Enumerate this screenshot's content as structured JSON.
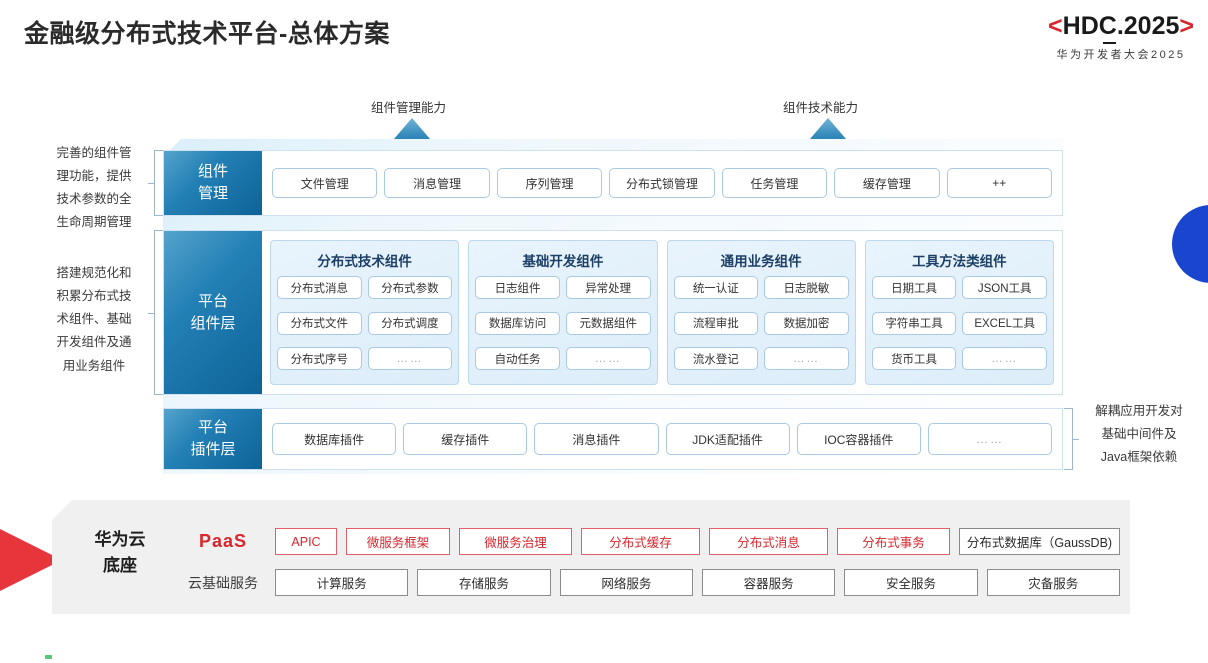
{
  "header": {
    "title": "金融级分布式技术平台-总体方案",
    "logo_bracket_left": "<",
    "logo_bracket_right": ">",
    "logo_main": "HDC.2025",
    "logo_sub": "华为开发者大会2025"
  },
  "arrows": [
    {
      "label": "组件管理能力",
      "name": "component-management-capability"
    },
    {
      "label": "组件技术能力",
      "name": "component-technology-capability"
    }
  ],
  "side_notes": {
    "left_top": "完善的组件管\n理功能，提供\n技术参数的全\n生命周期管理",
    "left_bottom": "搭建规范化和\n积累分布式技\n术组件、基础\n开发组件及通\n用业务组件",
    "right": "解耦应用开发对\n基础中间件及\nJava框架依赖"
  },
  "management_layer": {
    "label": "组件\n管理",
    "label_line1": "组件",
    "label_line2": "管理",
    "items": [
      "文件管理",
      "消息管理",
      "序列管理",
      "分布式锁管理",
      "任务管理",
      "缓存管理",
      "++"
    ]
  },
  "component_layer": {
    "label_line1": "平台",
    "label_line2": "组件层",
    "categories": [
      {
        "title": "分布式技术组件",
        "items": [
          "分布式消息",
          "分布式参数",
          "分布式文件",
          "分布式调度",
          "分布式序号",
          "……"
        ]
      },
      {
        "title": "基础开发组件",
        "items": [
          "日志组件",
          "异常处理",
          "数据库访问",
          "元数据组件",
          "自动任务",
          "……"
        ]
      },
      {
        "title": "通用业务组件",
        "items": [
          "统一认证",
          "日志脱敏",
          "流程审批",
          "数据加密",
          "流水登记",
          "……"
        ]
      },
      {
        "title": "工具方法类组件",
        "items": [
          "日期工具",
          "JSON工具",
          "字符串工具",
          "EXCEL工具",
          "货币工具",
          "……"
        ]
      }
    ]
  },
  "plugin_layer": {
    "label_line1": "平台",
    "label_line2": "插件层",
    "items": [
      "数据库插件",
      "缓存插件",
      "消息插件",
      "JDK适配插件",
      "IOC容器插件",
      "……"
    ]
  },
  "bottom": {
    "title_line1": "华为云",
    "title_line2": "底座",
    "paas_tag": "PaaS",
    "paas_items": [
      {
        "label": "APIC",
        "style": "red"
      },
      {
        "label": "微服务框架",
        "style": "red"
      },
      {
        "label": "微服务治理",
        "style": "red"
      },
      {
        "label": "分布式缓存",
        "style": "red"
      },
      {
        "label": "分布式消息",
        "style": "red"
      },
      {
        "label": "分布式事务",
        "style": "red"
      },
      {
        "label": "分布式数据库（GaussDB)",
        "style": "gray"
      }
    ],
    "infra_tag": "云基础服务",
    "infra_items": [
      "计算服务",
      "存储服务",
      "网络服务",
      "容器服务",
      "安全服务",
      "灾备服务"
    ]
  },
  "colors": {
    "brand_red": "#d7262d",
    "brand_blue": "#1a46cf",
    "layer_blue": "#0d6397",
    "panel_bg": "#f0f0f0"
  }
}
